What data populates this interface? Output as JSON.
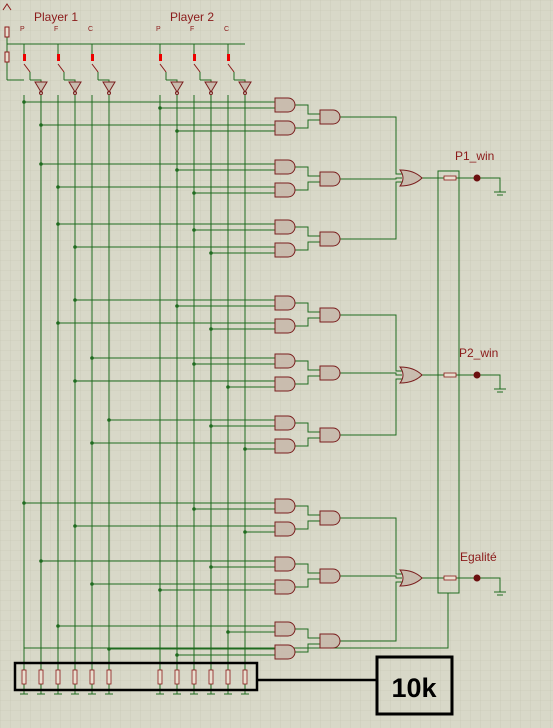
{
  "players": {
    "player1": "Player 1",
    "player2": "Player 2",
    "switch_labels": [
      "P",
      "F",
      "C"
    ]
  },
  "outputs": {
    "p1_win": "P1_win",
    "p2_win": "P2_win",
    "egalite": "Egalité"
  },
  "resistor_pack": {
    "value": "10k"
  },
  "colors": {
    "background": "#d8d8c8",
    "grid": "#c3c3b1",
    "wire": "#1f6b1f",
    "component": "#8b1a1a",
    "gate_fill": "#c9bcae",
    "gate_stroke": "#7a1e1e",
    "box_stroke": "#000000"
  }
}
